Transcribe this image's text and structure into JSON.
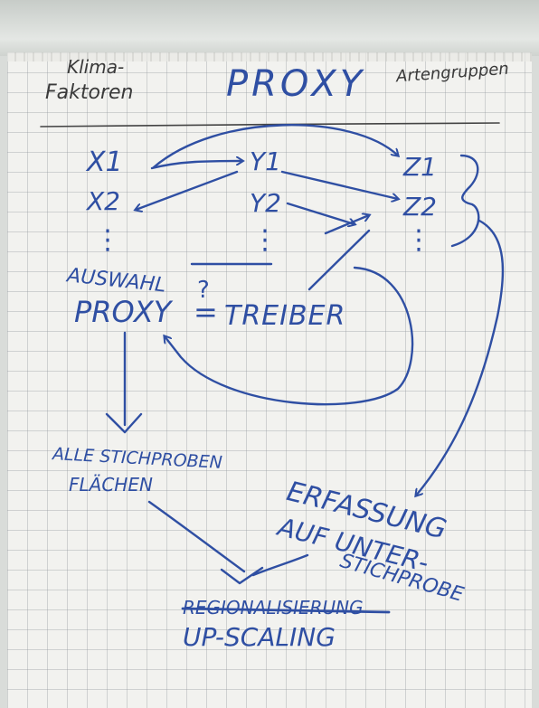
{
  "header": {
    "left_line1": "Klima-",
    "left_line2": "Faktoren",
    "title": "PROXY",
    "right": "Artengruppen"
  },
  "x_vars": [
    "X1",
    "X2"
  ],
  "y_vars": [
    "Y1",
    "Y2"
  ],
  "z_vars": [
    "Z1",
    "Z2"
  ],
  "ellipsis": "⋮",
  "selection": {
    "line1": "AUSWAHL",
    "question": "?",
    "proxy": "PROXY",
    "equals": "=",
    "driver": "TREIBER"
  },
  "all_plots": {
    "line1": "ALLE STICHPROBEN",
    "line2": "FLÄCHEN"
  },
  "survey": {
    "line1": "ERFASSUNG",
    "line2": "AUF UNTER-",
    "line3": "STICHPROBE"
  },
  "result": {
    "struck": "REGIONALISIERUNG",
    "main": "UP-SCALING"
  },
  "colors": {
    "ink_blue": "#2f4fa3",
    "ink_black": "#3a3a3a",
    "paper": "#f2f2ef",
    "grid": "#9a9fa4"
  }
}
